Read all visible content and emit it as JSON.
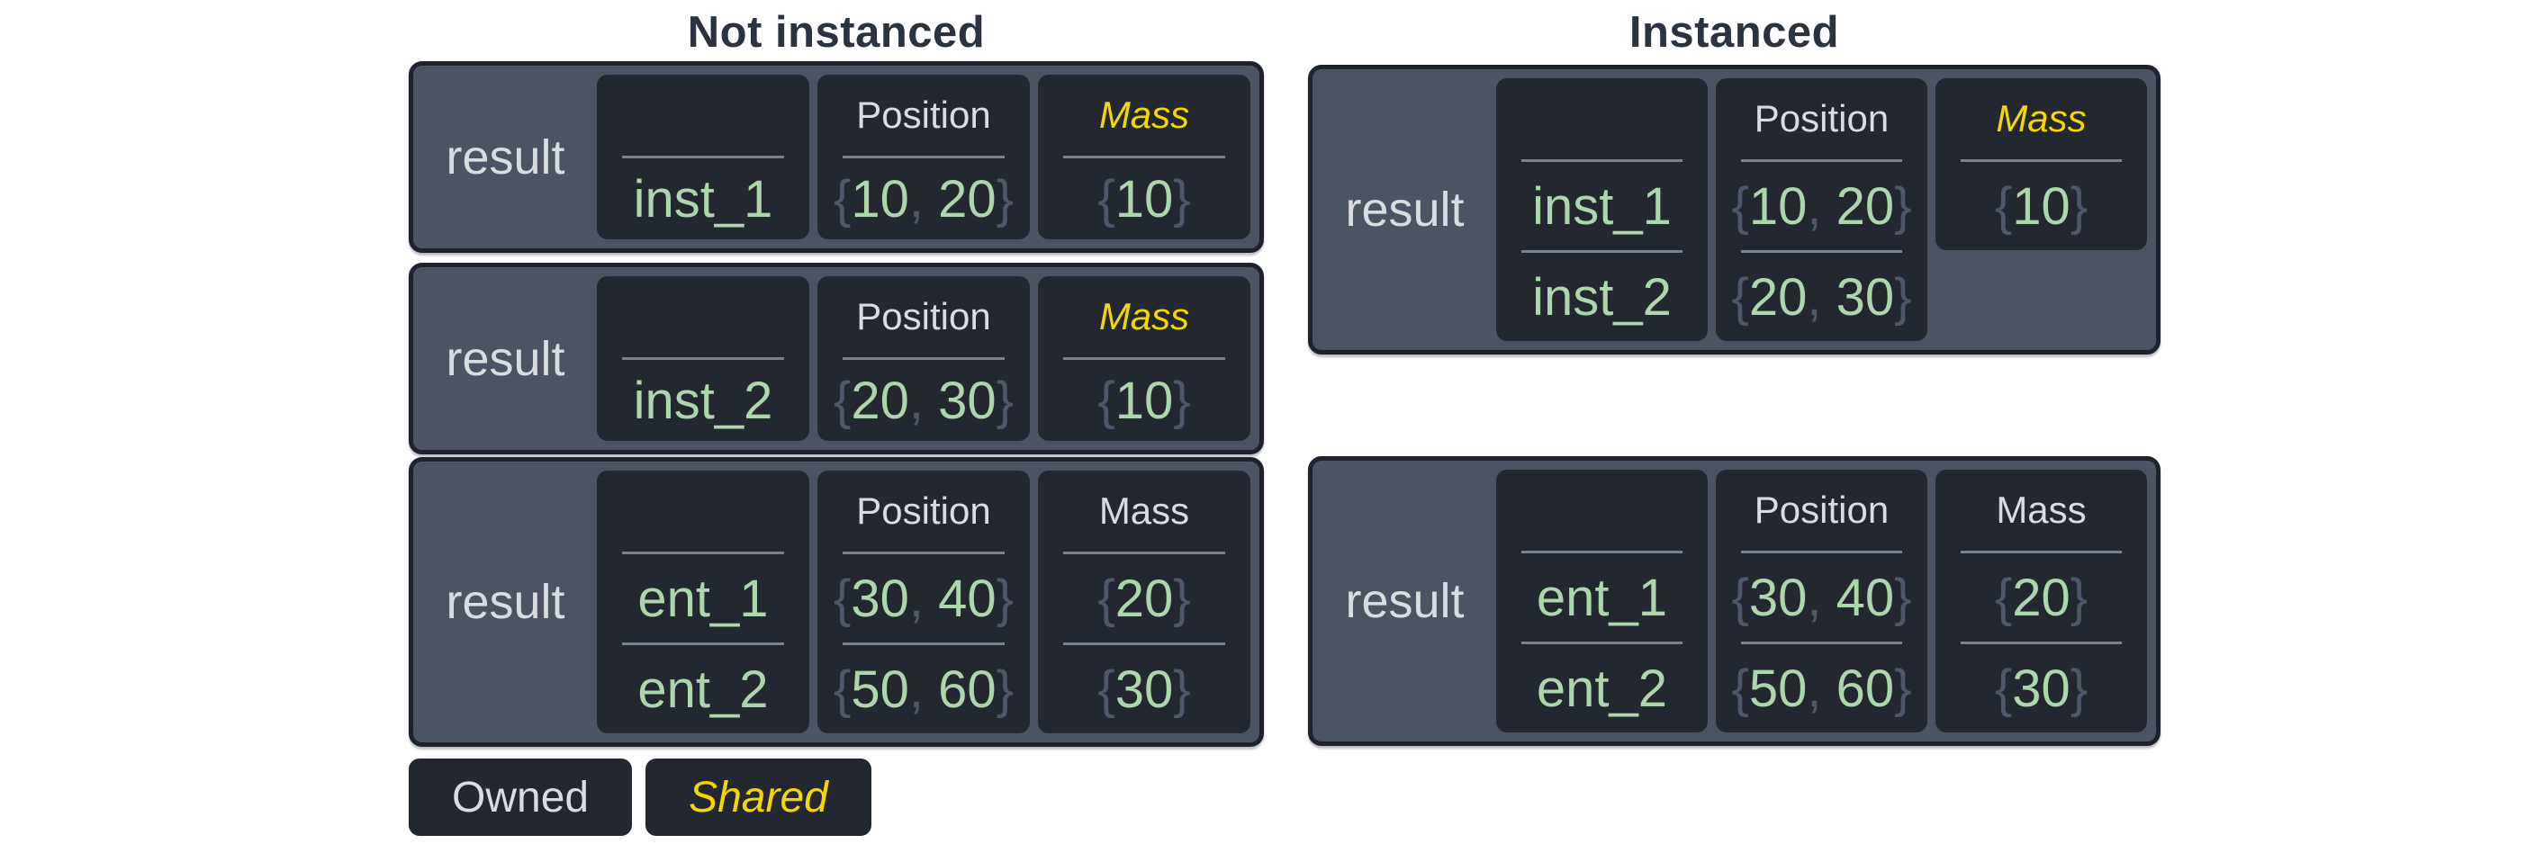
{
  "titles": {
    "left": "Not instanced",
    "right": "Instanced"
  },
  "legend": {
    "owned": "Owned",
    "shared": "Shared"
  },
  "colors": {
    "page_bg": "#ffffff",
    "outer_bg": "#4c5362",
    "outer_border": "#1e222c",
    "cell_bg": "#23272f",
    "text_light": "#d9dce0",
    "value_green": "#aed6ae",
    "punct_gray": "#4f586b",
    "shared_yellow": "#f7d600",
    "sep_gray": "#7a8290",
    "title_dark": "#2b3341"
  },
  "tables": {
    "ni1": {
      "result": "result",
      "name": {
        "header": "",
        "rows": [
          "inst_1"
        ]
      },
      "position": {
        "header": "Position",
        "shared": false,
        "rows": [
          [
            "{",
            "10",
            ", ",
            "20",
            "}"
          ]
        ]
      },
      "mass": {
        "header": "Mass",
        "shared": true,
        "rows": [
          [
            "{",
            "10",
            "}"
          ]
        ]
      }
    },
    "ni2": {
      "result": "result",
      "name": {
        "header": "",
        "rows": [
          "inst_2"
        ]
      },
      "position": {
        "header": "Position",
        "shared": false,
        "rows": [
          [
            "{",
            "20",
            ", ",
            "30",
            "}"
          ]
        ]
      },
      "mass": {
        "header": "Mass",
        "shared": true,
        "rows": [
          [
            "{",
            "10",
            "}"
          ]
        ]
      }
    },
    "ni3": {
      "result": "result",
      "name": {
        "header": "",
        "rows": [
          "ent_1",
          "ent_2"
        ]
      },
      "position": {
        "header": "Position",
        "shared": false,
        "rows": [
          [
            "{",
            "30",
            ", ",
            "40",
            "}"
          ],
          [
            "{",
            "50",
            ", ",
            "60",
            "}"
          ]
        ]
      },
      "mass": {
        "header": "Mass",
        "shared": false,
        "rows": [
          [
            "{",
            "20",
            "}"
          ],
          [
            "{",
            "30",
            "}"
          ]
        ]
      }
    },
    "i1": {
      "result": "result",
      "name": {
        "header": "",
        "rows": [
          "inst_1",
          "inst_2"
        ]
      },
      "position": {
        "header": "Position",
        "shared": false,
        "rows": [
          [
            "{",
            "10",
            ", ",
            "20",
            "}"
          ],
          [
            "{",
            "20",
            ", ",
            "30",
            "}"
          ]
        ]
      },
      "mass": {
        "header": "Mass",
        "shared": true,
        "rows": [
          [
            "{",
            "10",
            "}"
          ]
        ]
      }
    },
    "i2": {
      "result": "result",
      "name": {
        "header": "",
        "rows": [
          "ent_1",
          "ent_2"
        ]
      },
      "position": {
        "header": "Position",
        "shared": false,
        "rows": [
          [
            "{",
            "30",
            ", ",
            "40",
            "}"
          ],
          [
            "{",
            "50",
            ", ",
            "60",
            "}"
          ]
        ]
      },
      "mass": {
        "header": "Mass",
        "shared": false,
        "rows": [
          [
            "{",
            "20",
            "}"
          ],
          [
            "{",
            "30",
            "}"
          ]
        ]
      }
    }
  }
}
